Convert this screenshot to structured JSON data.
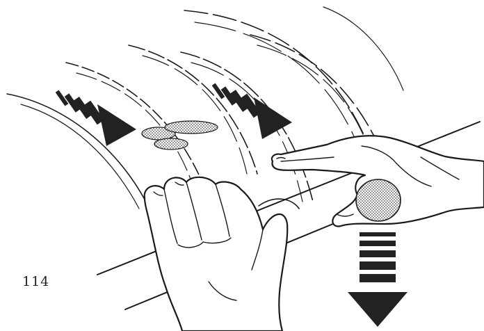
{
  "page": {
    "number": "114"
  },
  "illustration": {
    "icons": [
      "motion-arc-lines",
      "arrow-down-left",
      "arrow-down",
      "stippled-spot",
      "left-hand",
      "right-hand",
      "cylinder-rod"
    ]
  },
  "colors": {
    "ink": "#1a1a1a",
    "paper": "#ffffff",
    "arrow": "#222222"
  }
}
